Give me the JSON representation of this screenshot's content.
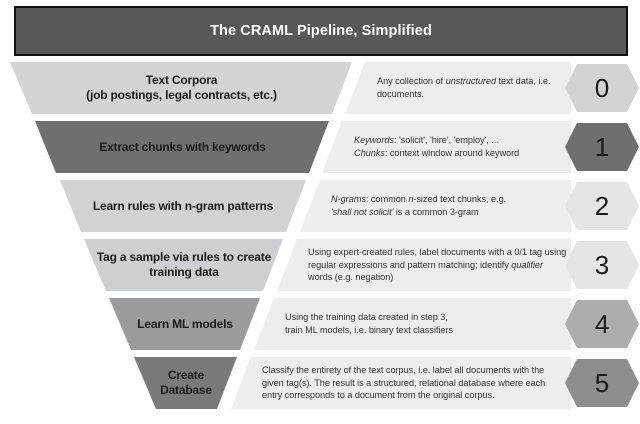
{
  "title": "The CRAML Pipeline, Simplified",
  "colors": {
    "background": "#ffffff",
    "title_bar_bg": "#58585a",
    "title_bar_border": "#101010",
    "title_text": "#ffffff",
    "panel_bg": "#ecedee"
  },
  "rows": [
    {
      "step": "0",
      "funnel_color": "#d4d4d4",
      "hex_color": "#d3d3d3",
      "label_lines": [
        "Text Corpora",
        "(job postings, legal contracts, etc.)"
      ],
      "desc": [
        {
          "t": "Any collection of "
        },
        {
          "t": "unstructured",
          "i": true
        },
        {
          "t": " text data, i.e. documents."
        }
      ]
    },
    {
      "step": "1",
      "funnel_color": "#6f6f6f",
      "hex_color": "#6f6f6f",
      "label_lines": [
        "Extract chunks with keywords"
      ],
      "desc": [
        {
          "t": "Keywords",
          "i": true
        },
        {
          "t": ": 'solicit', 'hire', 'employ', ..."
        },
        {
          "br": true
        },
        {
          "t": "Chunks",
          "i": true
        },
        {
          "t": ": context window around keyword"
        }
      ]
    },
    {
      "step": "2",
      "funnel_color": "#d2d2d2",
      "hex_color": "#e4e4e4",
      "label_lines": [
        "Learn rules with n-gram patterns"
      ],
      "desc": [
        {
          "t": "N-grams",
          "i": true
        },
        {
          "t": ": common "
        },
        {
          "t": "n",
          "i": true
        },
        {
          "t": "-sized text chunks, e.g."
        },
        {
          "br": true
        },
        {
          "t": "'shall not solicit'",
          "i": true
        },
        {
          "t": " is a common 3-gram"
        }
      ]
    },
    {
      "step": "3",
      "funnel_color": "#cdcfd2",
      "hex_color": "#e5e5e5",
      "label_lines": [
        "Tag a sample via rules to create",
        "training data"
      ],
      "desc": [
        {
          "t": "Using expert-created rules, label documents with a 0/1 tag using regular expressions and pattern matching; identify "
        },
        {
          "t": "qualifier",
          "i": true
        },
        {
          "t": " words (e.g. negation)"
        }
      ]
    },
    {
      "step": "4",
      "funnel_color": "#9b9b9b",
      "hex_color": "#adadad",
      "label_lines": [
        "Learn ML models"
      ],
      "desc": [
        {
          "t": "Using the training data created in step 3,"
        },
        {
          "br": true
        },
        {
          "t": "train ML models, i.e. binary text classifiers"
        }
      ]
    },
    {
      "step": "5",
      "funnel_color": "#7a7a7a",
      "hex_color": "#8e8e8e",
      "label_lines": [
        "Create",
        "Database"
      ],
      "desc": [
        {
          "t": "Classify the entirety of the text corpus, i.e. label all documents with the given tag(s). The result is a structured, relational database where each entry corresponds to a document from the original corpus."
        }
      ]
    }
  ]
}
